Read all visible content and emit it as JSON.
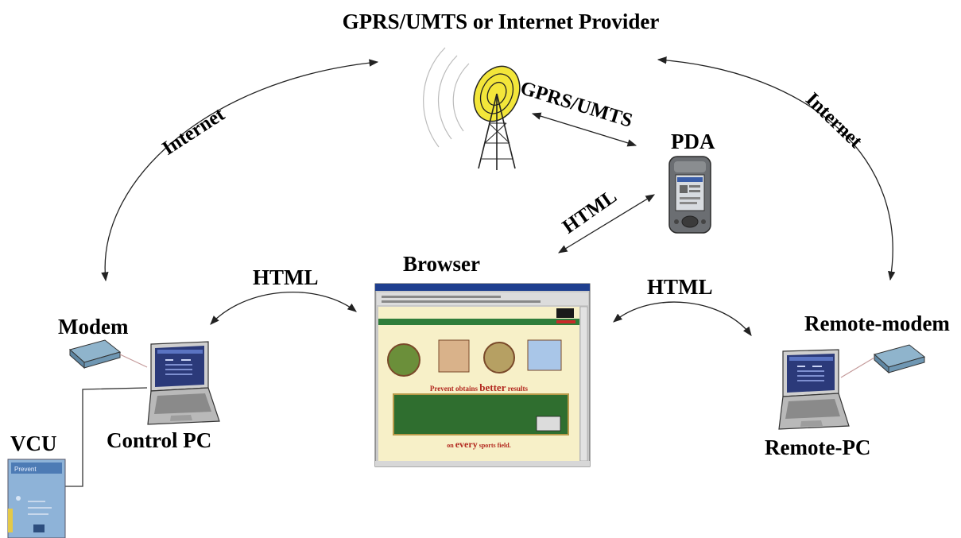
{
  "title": "GPRS/UMTS or Internet Provider",
  "labels": {
    "internet_left": "Internet",
    "internet_right": "Internet",
    "gprs_umts": "GPRS/UMTS",
    "pda": "PDA",
    "html_pda": "HTML",
    "browser": "Browser",
    "html_left": "HTML",
    "html_right": "HTML",
    "modem": "Modem",
    "remote_modem": "Remote-modem",
    "control_pc": "Control PC",
    "remote_pc": "Remote-PC",
    "vcu": "VCU"
  },
  "browser_page": {
    "slogan_pre": "Prevent obtains",
    "slogan_emph": "better",
    "slogan_post": "results",
    "footer_pre": "on",
    "footer_emph": "every",
    "footer_post": "sports field."
  },
  "colors": {
    "background": "#ffffff",
    "antenna_yellow": "#f3e63a",
    "connector": "#222222",
    "browser_page_bg": "#f7f0c8",
    "browser_banner": "#2f7d3a",
    "slogan_red": "#b2271e"
  },
  "icons": [
    "antenna-icon",
    "pda-icon",
    "modem-icon",
    "laptop-icon",
    "browser-window-icon",
    "vcu-device-icon"
  ]
}
